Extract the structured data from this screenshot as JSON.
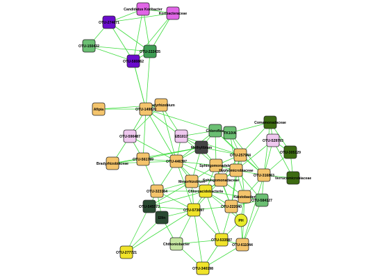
{
  "edge_color": "#3ddc3d",
  "node_stroke": "#222222",
  "nodes": [
    {
      "id": "candidatus",
      "label": "Candidatus Koribacter",
      "color": "#e066e6",
      "shape": "box"
    },
    {
      "id": "koribacteraceae",
      "label": "Koribacteraceae",
      "color": "#e066e6",
      "shape": "box"
    },
    {
      "id": "otu274671",
      "label": "OTU-274671",
      "color": "#6a0dcc",
      "shape": "box"
    },
    {
      "id": "otu150432",
      "label": "OTU-150432",
      "color": "#6bbf73",
      "shape": "box"
    },
    {
      "id": "otu222435",
      "label": "OTU-222435",
      "color": "#3f9e55",
      "shape": "box"
    },
    {
      "id": "otu580862",
      "label": "OTU-580862",
      "color": "#6a0dcc",
      "shape": "box"
    },
    {
      "id": "afipia",
      "label": "Afipia",
      "color": "#f4c46c",
      "shape": "box"
    },
    {
      "id": "bradyrhizobium",
      "label": "Bradyrhizobium",
      "color": "#f4c46c",
      "shape": "box"
    },
    {
      "id": "otu149820",
      "label": "OTU-149820",
      "color": "#f4c46c",
      "shape": "box"
    },
    {
      "id": "otu590487",
      "label": "OTU-590487",
      "color": "#efc8ef",
      "shape": "box"
    },
    {
      "id": "eb1017",
      "label": "EB1017",
      "color": "#efc8ef",
      "shape": "box"
    },
    {
      "id": "chloroflexi",
      "label": "Chloroflexi",
      "color": "#6bbf73",
      "shape": "box"
    },
    {
      "id": "tk10a",
      "label": "TK10/A",
      "color": "#6bbf73",
      "shape": "box"
    },
    {
      "id": "comamonadaceae",
      "label": "Comamonadaceae",
      "color": "#3d6b12",
      "shape": "box"
    },
    {
      "id": "otu529793",
      "label": "OTU-529793",
      "color": "#efc8ef",
      "shape": "box"
    },
    {
      "id": "otu305129",
      "label": "OTU-305129",
      "color": "#3d6b12",
      "shape": "box"
    },
    {
      "id": "bradyrhizobiaceae",
      "label": "Bradyrhizobiaceae",
      "color": "#f4c46c",
      "shape": "box"
    },
    {
      "id": "otu561789",
      "label": "OTU-561789",
      "color": "#f4c46c",
      "shape": "box"
    },
    {
      "id": "methylibium",
      "label": "Methylibium",
      "color": "#444444",
      "shape": "box"
    },
    {
      "id": "otu257944",
      "label": "OTU-257944",
      "color": "#f4c46c",
      "shape": "box"
    },
    {
      "id": "otu446397",
      "label": "OTU-446397",
      "color": "#f4c46c",
      "shape": "box"
    },
    {
      "id": "sphingomonadales",
      "label": "Sphingomonadales",
      "color": "#f4c46c",
      "shape": "box"
    },
    {
      "id": "hyphomicrobiaceae",
      "label": "Hyphomicrobiaceae",
      "color": "#f4c46c",
      "shape": "box"
    },
    {
      "id": "otu316863",
      "label": "OTU-316863",
      "color": "#f4c46c",
      "shape": "box"
    },
    {
      "id": "verrucomi",
      "label": "Verrucomicrobiaceae",
      "color": "#3d6b12",
      "shape": "box"
    },
    {
      "id": "sphingomonadaceae",
      "label": "Sphingomonadaceae",
      "color": "#f4c46c",
      "shape": "box"
    },
    {
      "id": "mesorhizobium",
      "label": "Mesorhizobium",
      "color": "#f4c46c",
      "shape": "box"
    },
    {
      "id": "otu323164",
      "label": "OTU-323164",
      "color": "#f4c46c",
      "shape": "box"
    },
    {
      "id": "chloroacidobacteria",
      "label": "Chloroacidobacteria",
      "color": "#f0e32a",
      "shape": "box"
    },
    {
      "id": "kaistobacter",
      "label": "Kaistobacter",
      "color": "#f4c46c",
      "shape": "box"
    },
    {
      "id": "otu584127",
      "label": "OTU-584127",
      "color": "#6bbf73",
      "shape": "box"
    },
    {
      "id": "otu222040",
      "label": "OTU-222040",
      "color": "#f4c46c",
      "shape": "box"
    },
    {
      "id": "otu545573",
      "label": "OTU-545573",
      "color": "#2a4a32",
      "shape": "box"
    },
    {
      "id": "otu573697",
      "label": "OTU-573697",
      "color": "#f0e32a",
      "shape": "box"
    },
    {
      "id": "ellin",
      "label": "Ellin",
      "color": "#2a4a32",
      "shape": "box"
    },
    {
      "id": "ph",
      "label": "PH",
      "color": "#e8ec2a",
      "shape": "circle"
    },
    {
      "id": "chthoniobacter",
      "label": "Chthoniobacter",
      "color": "#c6e6a2",
      "shape": "box"
    },
    {
      "id": "otu533587",
      "label": "OTU-533587",
      "color": "#f0e32a",
      "shape": "box"
    },
    {
      "id": "otu611044",
      "label": "OTU-611044",
      "color": "#f4c46c",
      "shape": "box"
    },
    {
      "id": "otu277721",
      "label": "OTU-277721",
      "color": "#f0e32a",
      "shape": "box"
    },
    {
      "id": "otu340198",
      "label": "OTU-340198",
      "color": "#f0e32a",
      "shape": "box"
    }
  ],
  "edges": [
    [
      "candidatus",
      "koribacteraceae"
    ],
    [
      "candidatus",
      "otu274671"
    ],
    [
      "candidatus",
      "otu222435"
    ],
    [
      "candidatus",
      "otu580862"
    ],
    [
      "koribacteraceae",
      "otu222435"
    ],
    [
      "koribacteraceae",
      "otu580862"
    ],
    [
      "koribacteraceae",
      "otu274671"
    ],
    [
      "otu274671",
      "otu222435"
    ],
    [
      "otu274671",
      "otu580862"
    ],
    [
      "otu274671",
      "otu150432"
    ],
    [
      "otu150432",
      "otu222435"
    ],
    [
      "otu150432",
      "otu580862"
    ],
    [
      "otu222435",
      "otu580862"
    ],
    [
      "otu580862",
      "otu149820"
    ],
    [
      "otu222435",
      "otu149820"
    ],
    [
      "afipia",
      "otu149820"
    ],
    [
      "afipia",
      "bradyrhizobium"
    ],
    [
      "bradyrhizobium",
      "otu149820"
    ],
    [
      "otu149820",
      "otu590487"
    ],
    [
      "otu149820",
      "eb1017"
    ],
    [
      "otu149820",
      "otu446397"
    ],
    [
      "otu149820",
      "chloroflexi"
    ],
    [
      "otu149820",
      "otu561789"
    ],
    [
      "bradyrhizobium",
      "otu590487"
    ],
    [
      "bradyrhizobium",
      "eb1017"
    ],
    [
      "bradyrhizobium",
      "otu446397"
    ],
    [
      "otu590487",
      "bradyrhizobiaceae"
    ],
    [
      "otu590487",
      "otu446397"
    ],
    [
      "otu590487",
      "otu561789"
    ],
    [
      "bradyrhizobiaceae",
      "otu561789"
    ],
    [
      "bradyrhizobiaceae",
      "otu446397"
    ],
    [
      "bradyrhizobiaceae",
      "methylibium"
    ],
    [
      "otu561789",
      "otu446397"
    ],
    [
      "otu561789",
      "methylibium"
    ],
    [
      "eb1017",
      "otu446397"
    ],
    [
      "eb1017",
      "methylibium"
    ],
    [
      "eb1017",
      "chloroflexi"
    ],
    [
      "eb1017",
      "otu257944"
    ],
    [
      "eb1017",
      "sphingomonadales"
    ],
    [
      "chloroflexi",
      "tk10a"
    ],
    [
      "chloroflexi",
      "methylibium"
    ],
    [
      "chloroflexi",
      "otu257944"
    ],
    [
      "chloroflexi",
      "sphingomonadales"
    ],
    [
      "chloroflexi",
      "otu316863"
    ],
    [
      "chloroflexi",
      "otu446397"
    ],
    [
      "tk10a",
      "otu257944"
    ],
    [
      "tk10a",
      "otu316863"
    ],
    [
      "tk10a",
      "comamonadaceae"
    ],
    [
      "tk10a",
      "hyphomicrobiaceae"
    ],
    [
      "comamonadaceae",
      "otu529793"
    ],
    [
      "comamonadaceae",
      "otu305129"
    ],
    [
      "comamonadaceae",
      "otu316863"
    ],
    [
      "comamonadaceae",
      "otu257944"
    ],
    [
      "otu529793",
      "otu305129"
    ],
    [
      "otu529793",
      "otu316863"
    ],
    [
      "otu529793",
      "verrucomi"
    ],
    [
      "otu529793",
      "hyphomicrobiaceae"
    ],
    [
      "otu305129",
      "otu316863"
    ],
    [
      "otu305129",
      "verrucomi"
    ],
    [
      "otu316863",
      "verrucomi"
    ],
    [
      "otu316863",
      "hyphomicrobiaceae"
    ],
    [
      "otu316863",
      "kaistobacter"
    ],
    [
      "otu316863",
      "otu584127"
    ],
    [
      "otu316863",
      "otu257944"
    ],
    [
      "otu316863",
      "otu611044"
    ],
    [
      "methylibium",
      "otu446397"
    ],
    [
      "methylibium",
      "sphingomonadales"
    ],
    [
      "methylibium",
      "otu257944"
    ],
    [
      "methylibium",
      "mesorhizobium"
    ],
    [
      "otu446397",
      "sphingomonadales"
    ],
    [
      "otu446397",
      "mesorhizobium"
    ],
    [
      "otu446397",
      "otu323164"
    ],
    [
      "otu446397",
      "chloroacidobacteria"
    ],
    [
      "otu446397",
      "otu573697"
    ],
    [
      "otu446397",
      "sphingomonadaceae"
    ],
    [
      "otu257944",
      "sphingomonadales"
    ],
    [
      "otu257944",
      "hyphomicrobiaceae"
    ],
    [
      "otu257944",
      "sphingomonadaceae"
    ],
    [
      "otu257944",
      "kaistobacter"
    ],
    [
      "sphingomonadales",
      "hyphomicrobiaceae"
    ],
    [
      "sphingomonadales",
      "sphingomonadaceae"
    ],
    [
      "sphingomonadales",
      "mesorhizobium"
    ],
    [
      "sphingomonadales",
      "chloroacidobacteria"
    ],
    [
      "sphingomonadales",
      "otu222040"
    ],
    [
      "hyphomicrobiaceae",
      "sphingomonadaceae"
    ],
    [
      "hyphomicrobiaceae",
      "kaistobacter"
    ],
    [
      "hyphomicrobiaceae",
      "otu584127"
    ],
    [
      "hyphomicrobiaceae",
      "otu222040"
    ],
    [
      "hyphomicrobiaceae",
      "chloroacidobacteria"
    ],
    [
      "sphingomonadaceae",
      "mesorhizobium"
    ],
    [
      "sphingomonadaceae",
      "chloroacidobacteria"
    ],
    [
      "sphingomonadaceae",
      "otu222040"
    ],
    [
      "sphingomonadaceae",
      "kaistobacter"
    ],
    [
      "sphingomonadaceae",
      "otu573697"
    ],
    [
      "mesorhizobium",
      "otu323164"
    ],
    [
      "mesorhizobium",
      "chloroacidobacteria"
    ],
    [
      "mesorhizobium",
      "otu573697"
    ],
    [
      "mesorhizobium",
      "otu545573"
    ],
    [
      "otu323164",
      "chloroacidobacteria"
    ],
    [
      "otu323164",
      "otu545573"
    ],
    [
      "otu323164",
      "otu573697"
    ],
    [
      "otu323164",
      "ellin"
    ],
    [
      "chloroacidobacteria",
      "otu573697"
    ],
    [
      "chloroacidobacteria",
      "otu222040"
    ],
    [
      "chloroacidobacteria",
      "kaistobacter"
    ],
    [
      "chloroacidobacteria",
      "ph"
    ],
    [
      "chloroacidobacteria",
      "otu533587"
    ],
    [
      "chloroacidobacteria",
      "otu545573"
    ],
    [
      "kaistobacter",
      "otu222040"
    ],
    [
      "kaistobacter",
      "otu584127"
    ],
    [
      "kaistobacter",
      "ph"
    ],
    [
      "kaistobacter",
      "otu611044"
    ],
    [
      "otu584127",
      "otu222040"
    ],
    [
      "otu584127",
      "otu611044"
    ],
    [
      "otu222040",
      "ph"
    ],
    [
      "otu222040",
      "otu573697"
    ],
    [
      "otu222040",
      "otu533587"
    ],
    [
      "otu545573",
      "otu573697"
    ],
    [
      "otu545573",
      "ellin"
    ],
    [
      "otu545573",
      "otu277721"
    ],
    [
      "otu573697",
      "ellin"
    ],
    [
      "otu573697",
      "chthoniobacter"
    ],
    [
      "otu573697",
      "otu533587"
    ],
    [
      "otu573697",
      "otu340198"
    ],
    [
      "otu573697",
      "otu277721"
    ],
    [
      "ellin",
      "chthoniobacter"
    ],
    [
      "ellin",
      "otu277721"
    ],
    [
      "chthoniobacter",
      "otu340198"
    ],
    [
      "chthoniobacter",
      "otu533587"
    ],
    [
      "ph",
      "otu533587"
    ],
    [
      "ph",
      "otu611044"
    ],
    [
      "otu533587",
      "otu611044"
    ],
    [
      "otu533587",
      "otu340198"
    ],
    [
      "otu611044",
      "otu340198"
    ],
    [
      "otu149820",
      "otu580862"
    ],
    [
      "otu561789",
      "otu323164"
    ],
    [
      "otu257944",
      "otu222040"
    ]
  ]
}
